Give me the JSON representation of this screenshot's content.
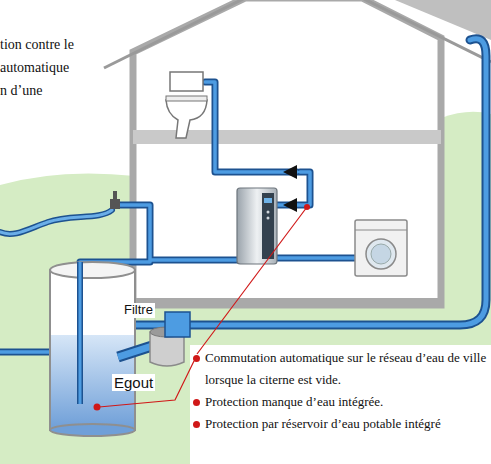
{
  "diagram": {
    "labels": [
      "tion contre le",
      "automatique",
      "n d’une",
      "Filtre",
      "Egout",
      "Commutation automatique sur le réseau d’eau de ville lorsque la citerne est vide.",
      "Protection manque d’eau intégrée.",
      "Protection par réservoir d’eau potable intégré"
    ]
  }
}
